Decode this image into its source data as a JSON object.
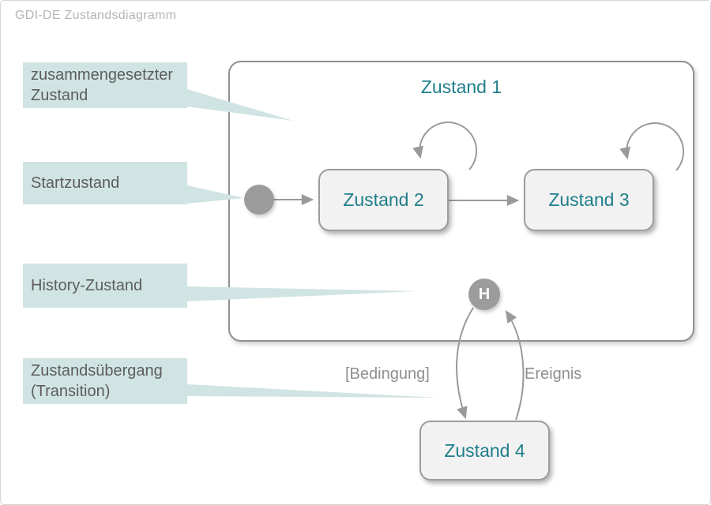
{
  "title": "GDI-DE Zustandsdiagramm",
  "colors": {
    "annotation_bg": "#d0e4e3",
    "state_text": "#1f7e8a",
    "line_gray": "#9a9a9a",
    "node_gray": "#9c9c9c",
    "state_fill": "#f2f2f2",
    "state_border": "#9c9c9c",
    "label_text": "#5d5d5d",
    "title_text": "#b5b5b5"
  },
  "diagram": {
    "composite_state": {
      "name": "Zustand 1"
    },
    "states": [
      {
        "name": "Zustand 2"
      },
      {
        "name": "Zustand 3"
      },
      {
        "name": "Zustand 4"
      }
    ],
    "start_state": {
      "shape": "filled-circle"
    },
    "history_state": {
      "letter": "H"
    },
    "transitions": [
      {
        "from": "Start",
        "to": "Zustand 2",
        "label": ""
      },
      {
        "from": "Zustand 2",
        "to": "Zustand 3",
        "label": ""
      },
      {
        "from": "Zustand 2",
        "to": "Zustand 2",
        "type": "self-loop",
        "label": ""
      },
      {
        "from": "Zustand 3",
        "to": "Zustand 3",
        "type": "self-loop",
        "label": ""
      },
      {
        "from": "H",
        "to": "Zustand 4",
        "label": "[Bedingung]"
      },
      {
        "from": "Zustand 4",
        "to": "H",
        "label": "Ereignis"
      }
    ]
  },
  "annotations": [
    {
      "text": "zusammengesetzter\nZustand",
      "target": "composite state"
    },
    {
      "text": "Startzustand",
      "target": "start state"
    },
    {
      "text": "History-Zustand",
      "target": "history state"
    },
    {
      "text": "Zustandsübergang\n(Transition)",
      "target": "transition"
    }
  ]
}
